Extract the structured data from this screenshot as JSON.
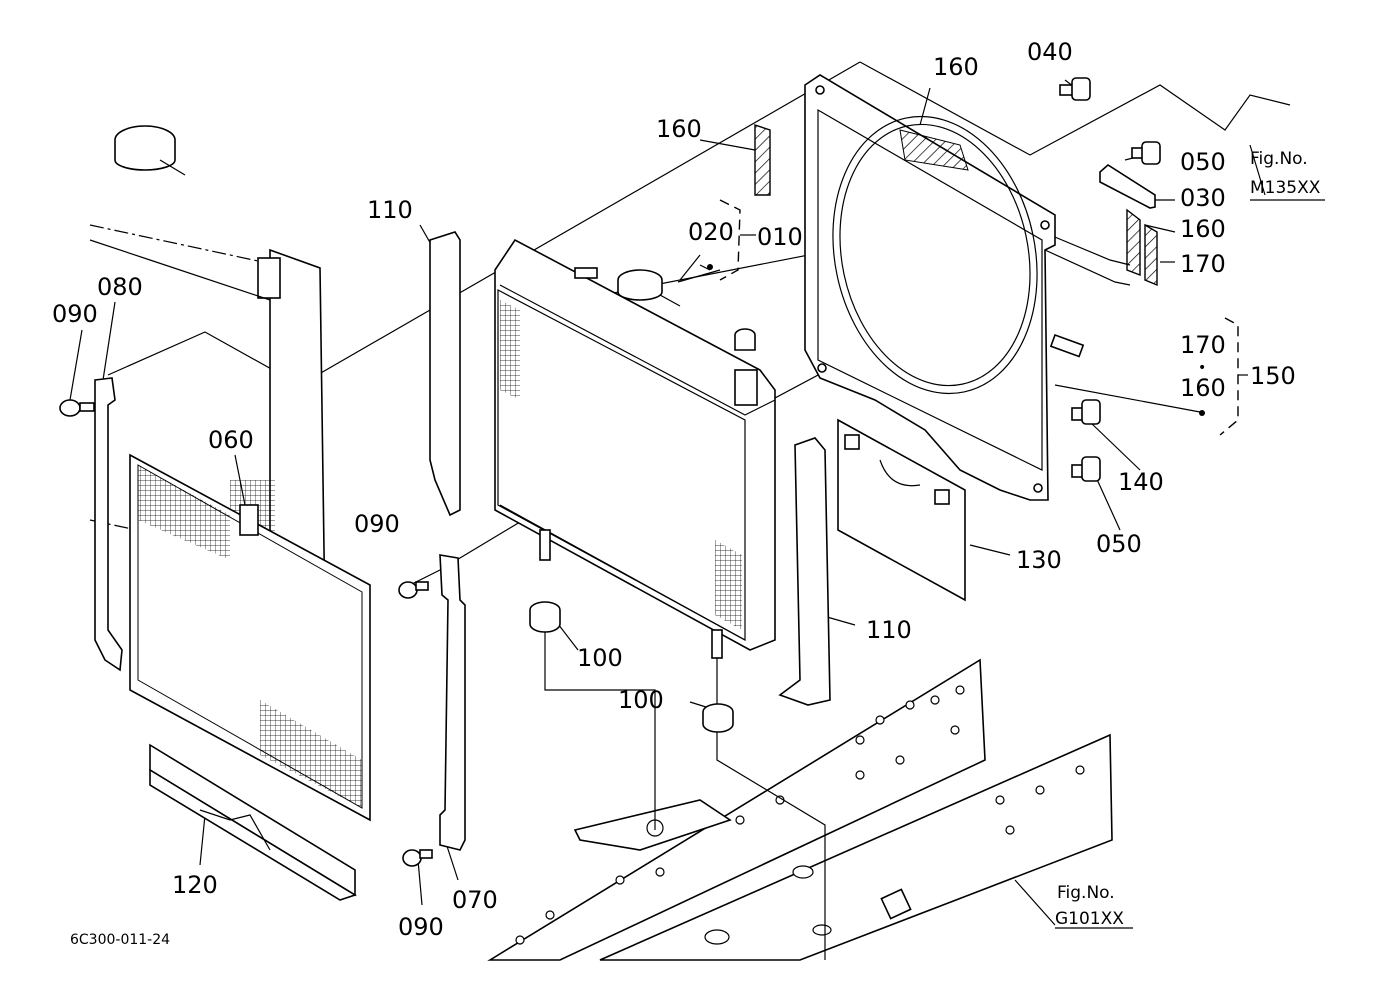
{
  "diagram": {
    "drawing_code": "6C300-011-24",
    "references": [
      {
        "label": "Fig.No.",
        "number": "M135XX"
      },
      {
        "label": "Fig.No.",
        "number": "G101XX"
      }
    ],
    "part_labels": [
      "040",
      "160",
      "160",
      "050",
      "030",
      "160",
      "110",
      "020",
      "010",
      "170",
      "080",
      "090",
      "170",
      "160",
      "150",
      "060",
      "140",
      "090",
      "050",
      "130",
      "110",
      "100",
      "100",
      "120",
      "070",
      "090"
    ],
    "set_marker": "•"
  }
}
